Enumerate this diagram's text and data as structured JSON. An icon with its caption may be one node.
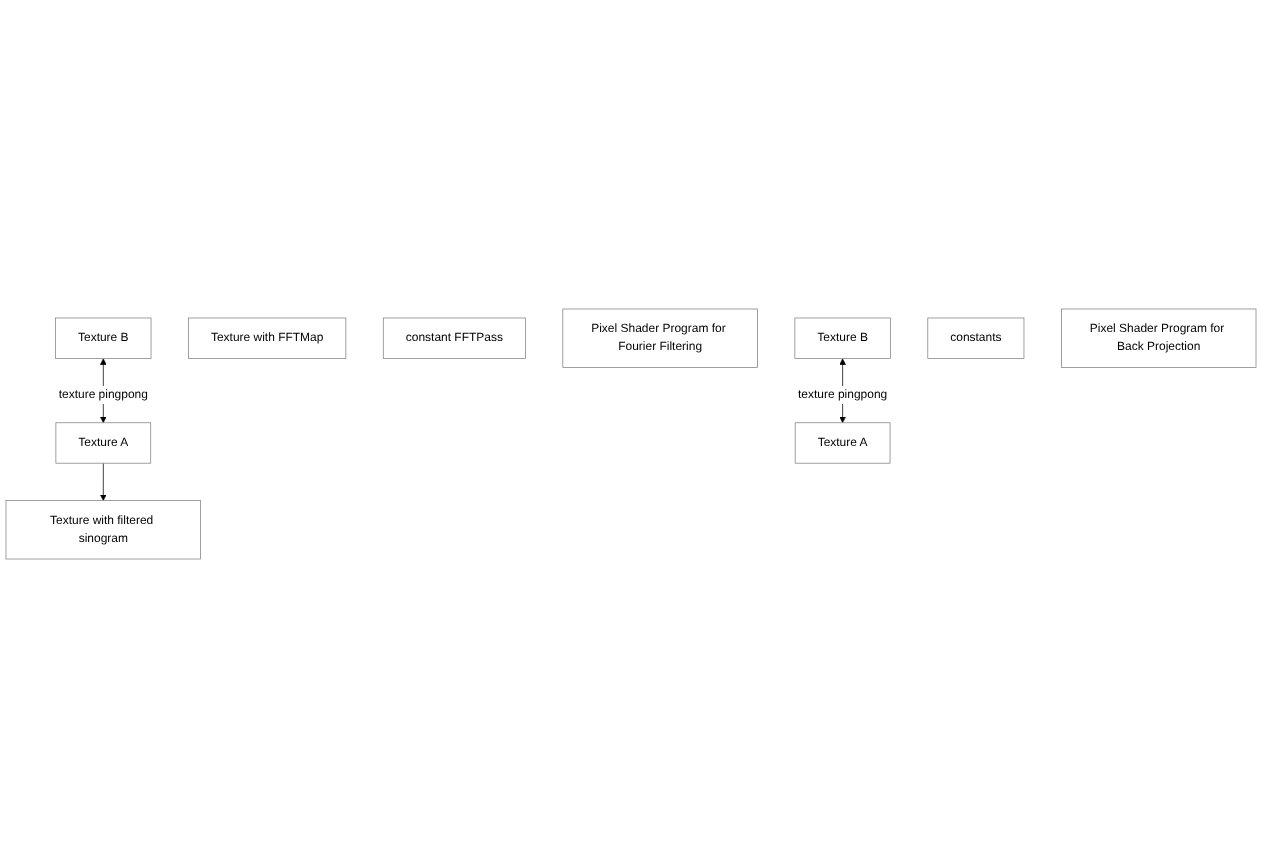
{
  "diagram": {
    "nodes": [
      {
        "text": [
          "Texture B"
        ]
      },
      {
        "text": [
          "Texture with FFTMap"
        ]
      },
      {
        "text": [
          "constant FFTPass"
        ]
      },
      {
        "text": [
          "Pixel Shader Program for Fourier Filtering"
        ]
      },
      {
        "text": [
          "Texture A"
        ]
      },
      {
        "text": [
          "Texture B"
        ]
      },
      {
        "text": [
          "Texture with filtered sinogram"
        ]
      },
      {
        "text": [
          "constants"
        ]
      },
      {
        "text": [
          "Pixel Shader Program for Back Projection"
        ]
      },
      {
        "text": [
          "Texture A"
        ]
      }
    ],
    "edges": [
      {
        "from": 0,
        "to": 4,
        "arrow": "both",
        "label": "texture pingpong"
      },
      {
        "from": 4,
        "to": 6,
        "arrow": "to"
      },
      {
        "from": 5,
        "to": 9,
        "arrow": "both",
        "label": "texture pingpong"
      }
    ]
  }
}
